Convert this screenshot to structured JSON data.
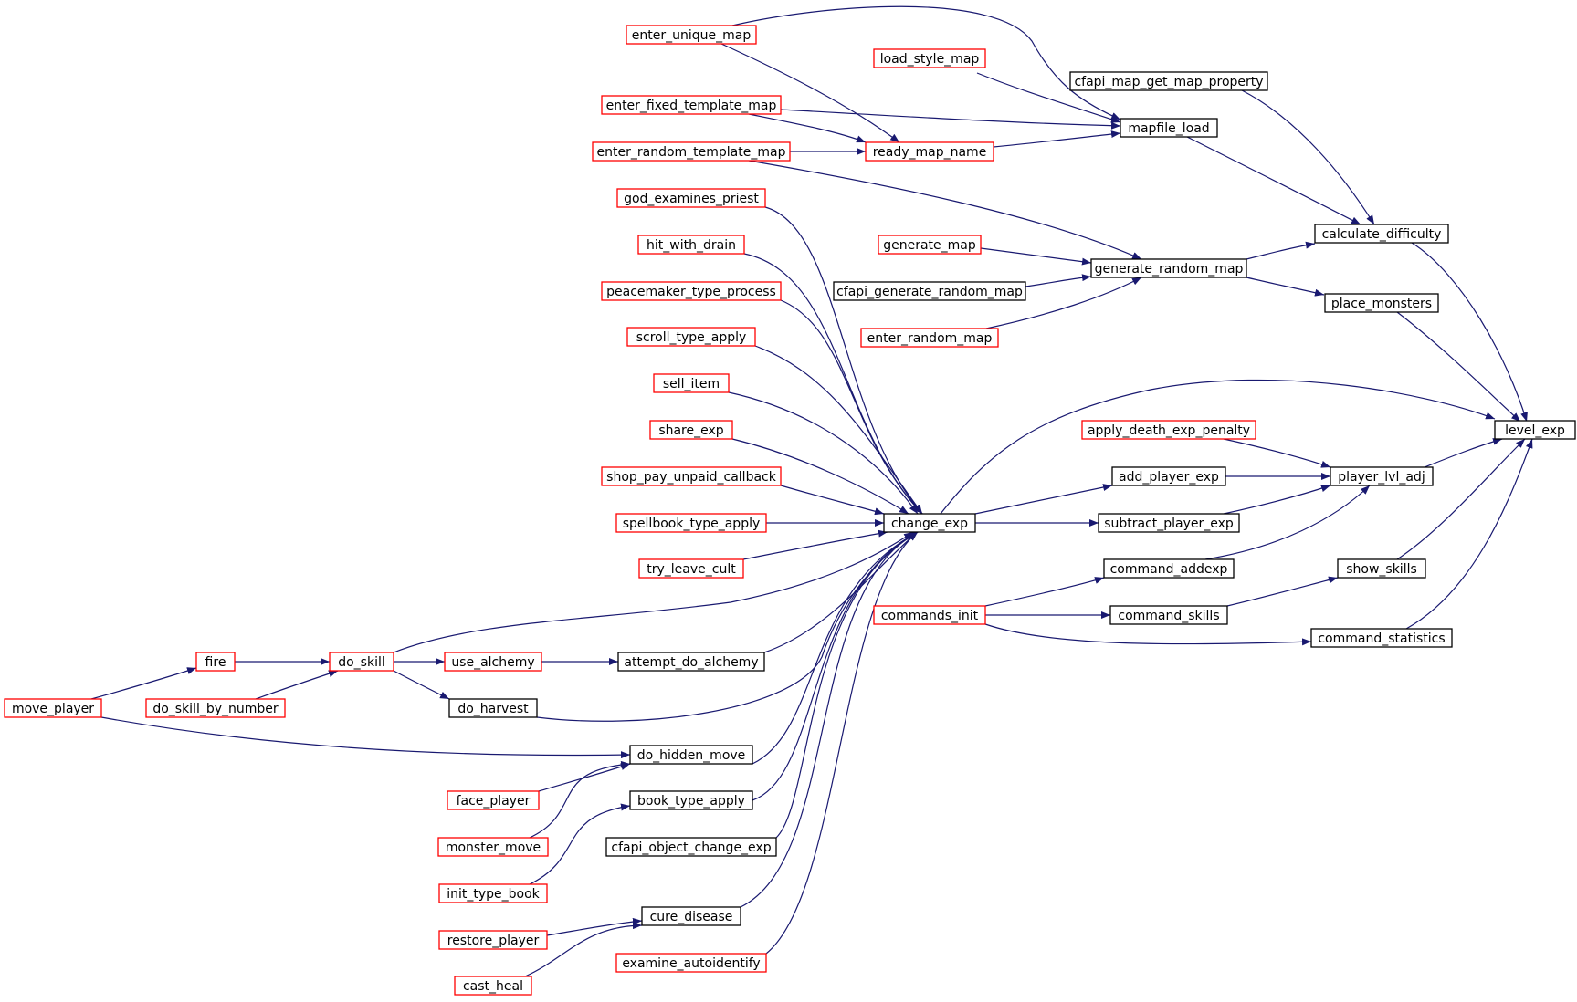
{
  "diagram": {
    "kind": "call graph",
    "colors": {
      "edge": "#191970",
      "focus_fill": "#bfbfbf",
      "border_plain": "#000000",
      "border_truncated": "#ff0000"
    },
    "nodes": [
      {
        "id": "level_exp",
        "label": "level_exp",
        "style": "focus"
      },
      {
        "id": "calculate_difficulty",
        "label": "calculate_difficulty",
        "style": "plain"
      },
      {
        "id": "place_monsters",
        "label": "place_monsters",
        "style": "plain"
      },
      {
        "id": "player_lvl_adj",
        "label": "player_lvl_adj",
        "style": "plain"
      },
      {
        "id": "show_skills",
        "label": "show_skills",
        "style": "plain"
      },
      {
        "id": "command_statistics",
        "label": "command_statistics",
        "style": "plain"
      },
      {
        "id": "cfapi_map_get_map_property",
        "label": "cfapi_map_get_map_property",
        "style": "plain"
      },
      {
        "id": "mapfile_load",
        "label": "mapfile_load",
        "style": "plain"
      },
      {
        "id": "generate_random_map",
        "label": "generate_random_map",
        "style": "plain"
      },
      {
        "id": "apply_death_exp_penalty",
        "label": "apply_death_exp_penalty",
        "style": "truncated"
      },
      {
        "id": "add_player_exp",
        "label": "add_player_exp",
        "style": "plain"
      },
      {
        "id": "subtract_player_exp",
        "label": "subtract_player_exp",
        "style": "plain"
      },
      {
        "id": "command_addexp",
        "label": "command_addexp",
        "style": "plain"
      },
      {
        "id": "command_skills",
        "label": "command_skills",
        "style": "plain"
      },
      {
        "id": "load_style_map",
        "label": "load_style_map",
        "style": "truncated"
      },
      {
        "id": "ready_map_name",
        "label": "ready_map_name",
        "style": "truncated"
      },
      {
        "id": "generate_map",
        "label": "generate_map",
        "style": "truncated"
      },
      {
        "id": "cfapi_generate_random_map",
        "label": "cfapi_generate_random_map",
        "style": "plain"
      },
      {
        "id": "enter_random_map",
        "label": "enter_random_map",
        "style": "truncated"
      },
      {
        "id": "change_exp",
        "label": "change_exp",
        "style": "plain"
      },
      {
        "id": "commands_init",
        "label": "commands_init",
        "style": "truncated"
      },
      {
        "id": "enter_unique_map",
        "label": "enter_unique_map",
        "style": "truncated"
      },
      {
        "id": "enter_fixed_template_map",
        "label": "enter_fixed_template_map",
        "style": "truncated"
      },
      {
        "id": "enter_random_template_map",
        "label": "enter_random_template_map",
        "style": "truncated"
      },
      {
        "id": "god_examines_priest",
        "label": "god_examines_priest",
        "style": "truncated"
      },
      {
        "id": "hit_with_drain",
        "label": "hit_with_drain",
        "style": "truncated"
      },
      {
        "id": "peacemaker_type_process",
        "label": "peacemaker_type_process",
        "style": "truncated"
      },
      {
        "id": "scroll_type_apply",
        "label": "scroll_type_apply",
        "style": "truncated"
      },
      {
        "id": "sell_item",
        "label": "sell_item",
        "style": "truncated"
      },
      {
        "id": "share_exp",
        "label": "share_exp",
        "style": "truncated"
      },
      {
        "id": "shop_pay_unpaid_callback",
        "label": "shop_pay_unpaid_callback",
        "style": "truncated"
      },
      {
        "id": "spellbook_type_apply",
        "label": "spellbook_type_apply",
        "style": "truncated"
      },
      {
        "id": "try_leave_cult",
        "label": "try_leave_cult",
        "style": "truncated"
      },
      {
        "id": "attempt_do_alchemy",
        "label": "attempt_do_alchemy",
        "style": "plain"
      },
      {
        "id": "do_hidden_move",
        "label": "do_hidden_move",
        "style": "plain"
      },
      {
        "id": "book_type_apply",
        "label": "book_type_apply",
        "style": "plain"
      },
      {
        "id": "cfapi_object_change_exp",
        "label": "cfapi_object_change_exp",
        "style": "plain"
      },
      {
        "id": "cure_disease",
        "label": "cure_disease",
        "style": "plain"
      },
      {
        "id": "examine_autoidentify",
        "label": "examine_autoidentify",
        "style": "truncated"
      },
      {
        "id": "do_skill",
        "label": "do_skill",
        "style": "truncated"
      },
      {
        "id": "use_alchemy",
        "label": "use_alchemy",
        "style": "truncated"
      },
      {
        "id": "do_harvest",
        "label": "do_harvest",
        "style": "plain"
      },
      {
        "id": "face_player",
        "label": "face_player",
        "style": "truncated"
      },
      {
        "id": "monster_move",
        "label": "monster_move",
        "style": "truncated"
      },
      {
        "id": "init_type_book",
        "label": "init_type_book",
        "style": "truncated"
      },
      {
        "id": "restore_player",
        "label": "restore_player",
        "style": "truncated"
      },
      {
        "id": "cast_heal",
        "label": "cast_heal",
        "style": "truncated"
      },
      {
        "id": "fire",
        "label": "fire",
        "style": "truncated"
      },
      {
        "id": "do_skill_by_number",
        "label": "do_skill_by_number",
        "style": "truncated"
      },
      {
        "id": "move_player",
        "label": "move_player",
        "style": "truncated"
      }
    ],
    "edges": [
      {
        "from": "calculate_difficulty",
        "to": "level_exp"
      },
      {
        "from": "place_monsters",
        "to": "level_exp"
      },
      {
        "from": "change_exp",
        "to": "level_exp"
      },
      {
        "from": "player_lvl_adj",
        "to": "level_exp"
      },
      {
        "from": "show_skills",
        "to": "level_exp"
      },
      {
        "from": "command_statistics",
        "to": "level_exp"
      },
      {
        "from": "cfapi_map_get_map_property",
        "to": "calculate_difficulty"
      },
      {
        "from": "mapfile_load",
        "to": "calculate_difficulty"
      },
      {
        "from": "generate_random_map",
        "to": "calculate_difficulty"
      },
      {
        "from": "generate_random_map",
        "to": "place_monsters"
      },
      {
        "from": "enter_unique_map",
        "to": "mapfile_load"
      },
      {
        "from": "load_style_map",
        "to": "mapfile_load"
      },
      {
        "from": "enter_fixed_template_map",
        "to": "mapfile_load"
      },
      {
        "from": "ready_map_name",
        "to": "mapfile_load"
      },
      {
        "from": "enter_unique_map",
        "to": "ready_map_name"
      },
      {
        "from": "enter_fixed_template_map",
        "to": "ready_map_name"
      },
      {
        "from": "enter_random_template_map",
        "to": "ready_map_name"
      },
      {
        "from": "enter_random_template_map",
        "to": "generate_random_map"
      },
      {
        "from": "generate_map",
        "to": "generate_random_map"
      },
      {
        "from": "cfapi_generate_random_map",
        "to": "generate_random_map"
      },
      {
        "from": "enter_random_map",
        "to": "generate_random_map"
      },
      {
        "from": "apply_death_exp_penalty",
        "to": "player_lvl_adj"
      },
      {
        "from": "add_player_exp",
        "to": "player_lvl_adj"
      },
      {
        "from": "subtract_player_exp",
        "to": "player_lvl_adj"
      },
      {
        "from": "command_addexp",
        "to": "player_lvl_adj"
      },
      {
        "from": "change_exp",
        "to": "add_player_exp"
      },
      {
        "from": "change_exp",
        "to": "subtract_player_exp"
      },
      {
        "from": "commands_init",
        "to": "command_addexp"
      },
      {
        "from": "commands_init",
        "to": "command_skills"
      },
      {
        "from": "commands_init",
        "to": "command_statistics"
      },
      {
        "from": "command_skills",
        "to": "show_skills"
      },
      {
        "from": "god_examines_priest",
        "to": "change_exp"
      },
      {
        "from": "hit_with_drain",
        "to": "change_exp"
      },
      {
        "from": "peacemaker_type_process",
        "to": "change_exp"
      },
      {
        "from": "scroll_type_apply",
        "to": "change_exp"
      },
      {
        "from": "sell_item",
        "to": "change_exp"
      },
      {
        "from": "share_exp",
        "to": "change_exp"
      },
      {
        "from": "shop_pay_unpaid_callback",
        "to": "change_exp"
      },
      {
        "from": "spellbook_type_apply",
        "to": "change_exp"
      },
      {
        "from": "try_leave_cult",
        "to": "change_exp"
      },
      {
        "from": "do_skill",
        "to": "change_exp"
      },
      {
        "from": "attempt_do_alchemy",
        "to": "change_exp"
      },
      {
        "from": "do_harvest",
        "to": "change_exp"
      },
      {
        "from": "do_hidden_move",
        "to": "change_exp"
      },
      {
        "from": "book_type_apply",
        "to": "change_exp"
      },
      {
        "from": "cfapi_object_change_exp",
        "to": "change_exp"
      },
      {
        "from": "cure_disease",
        "to": "change_exp"
      },
      {
        "from": "examine_autoidentify",
        "to": "change_exp"
      },
      {
        "from": "use_alchemy",
        "to": "attempt_do_alchemy"
      },
      {
        "from": "do_skill",
        "to": "use_alchemy"
      },
      {
        "from": "do_skill",
        "to": "do_harvest"
      },
      {
        "from": "fire",
        "to": "do_skill"
      },
      {
        "from": "do_skill_by_number",
        "to": "do_skill"
      },
      {
        "from": "move_player",
        "to": "fire"
      },
      {
        "from": "move_player",
        "to": "do_hidden_move"
      },
      {
        "from": "face_player",
        "to": "do_hidden_move"
      },
      {
        "from": "monster_move",
        "to": "do_hidden_move"
      },
      {
        "from": "init_type_book",
        "to": "book_type_apply"
      },
      {
        "from": "restore_player",
        "to": "cure_disease"
      },
      {
        "from": "cast_heal",
        "to": "cure_disease"
      }
    ]
  }
}
